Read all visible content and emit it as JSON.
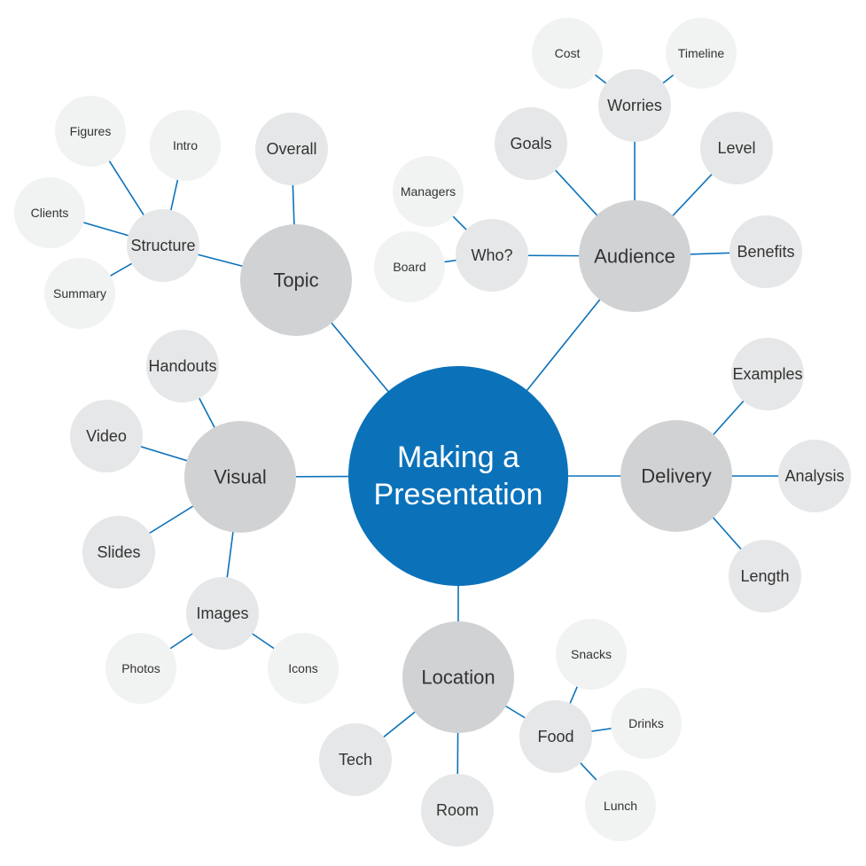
{
  "colors": {
    "center_fill": "#0b72ba",
    "center_text": "#ffffff",
    "primary_fill": "#d1d2d4",
    "secondary_fill": "#e6e7e8",
    "tertiary_fill": "#f1f2f2",
    "node_text": "#333333",
    "connector": "#0b72ba"
  },
  "center": {
    "label_lines": [
      "Making a",
      "Presentation"
    ]
  },
  "branches": [
    {
      "label": "Topic",
      "children": [
        {
          "label": "Overall",
          "children": []
        },
        {
          "label": "Structure",
          "children": [
            "Figures",
            "Intro",
            "Clients",
            "Summary"
          ]
        }
      ]
    },
    {
      "label": "Audience",
      "children": [
        {
          "label": "Worries",
          "children": [
            "Cost",
            "Timeline"
          ]
        },
        {
          "label": "Goals",
          "children": []
        },
        {
          "label": "Level",
          "children": []
        },
        {
          "label": "Benefits",
          "children": []
        },
        {
          "label": "Who?",
          "children": [
            "Managers",
            "Board"
          ]
        }
      ]
    },
    {
      "label": "Delivery",
      "children": [
        {
          "label": "Examples",
          "children": []
        },
        {
          "label": "Analysis",
          "children": []
        },
        {
          "label": "Length",
          "children": []
        }
      ]
    },
    {
      "label": "Location",
      "children": [
        {
          "label": "Tech",
          "children": []
        },
        {
          "label": "Room",
          "children": []
        },
        {
          "label": "Food",
          "children": [
            "Snacks",
            "Drinks",
            "Lunch"
          ]
        }
      ]
    },
    {
      "label": "Visual",
      "children": [
        {
          "label": "Handouts",
          "children": []
        },
        {
          "label": "Video",
          "children": []
        },
        {
          "label": "Slides",
          "children": []
        },
        {
          "label": "Images",
          "children": [
            "Photos",
            "Icons"
          ]
        }
      ]
    }
  ]
}
